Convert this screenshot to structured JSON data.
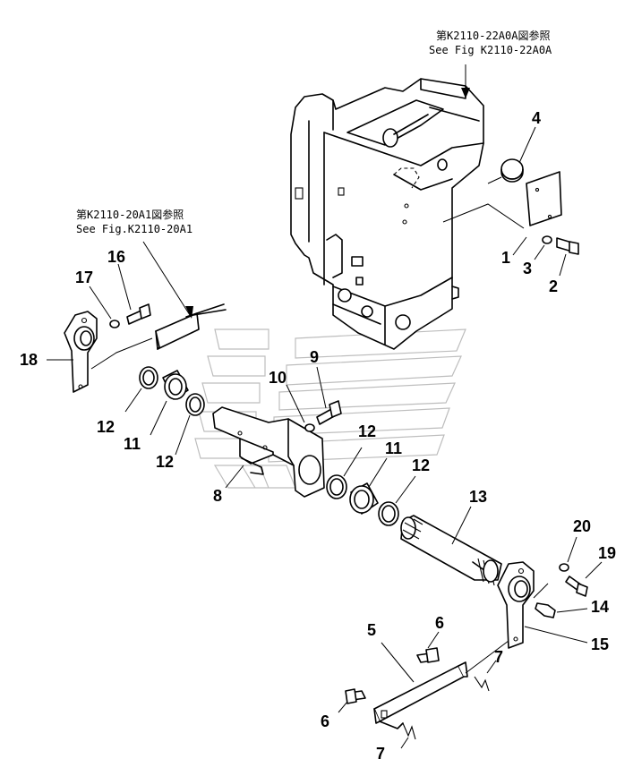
{
  "references": [
    {
      "id": "ref-a0a",
      "line1": "第K2110-22A0A図参照",
      "line2": "See Fig K2110-22A0A"
    },
    {
      "id": "ref-a1",
      "line1": "第K2110-20A1図参照",
      "line2": "See Fig.K2110-20A1"
    }
  ],
  "callouts": [
    "1",
    "2",
    "3",
    "4",
    "5",
    "6",
    "6",
    "7",
    "7",
    "8",
    "9",
    "10",
    "11",
    "11",
    "12",
    "12",
    "12",
    "12",
    "13",
    "14",
    "15",
    "16",
    "17",
    "18",
    "19",
    "20"
  ]
}
